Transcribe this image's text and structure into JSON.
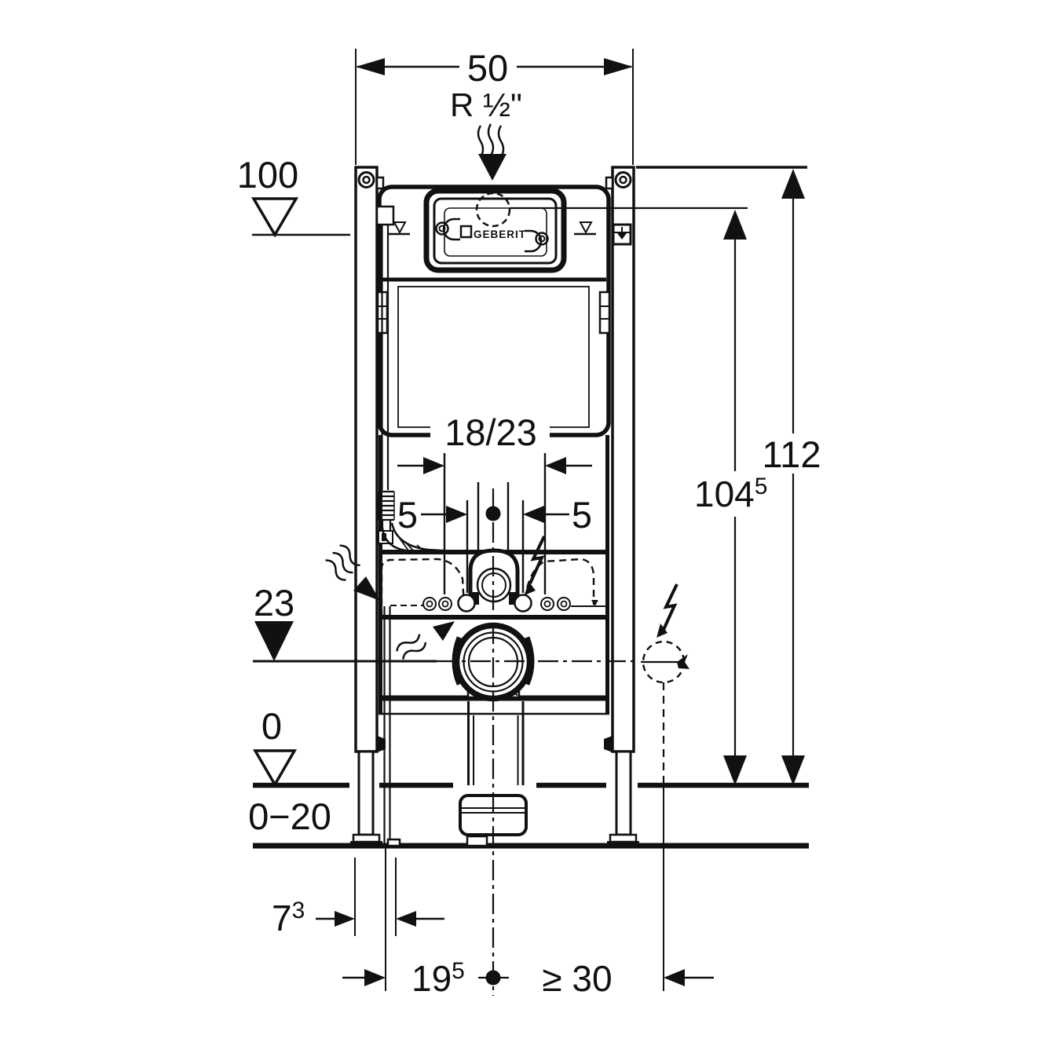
{
  "drawing": {
    "type": "technical-installation-diagram",
    "brand": "GEBERIT",
    "colors": {
      "line": "#111111",
      "background": "#ffffff"
    },
    "labels": {
      "width_top": "50",
      "supply_thread": "R ½\"",
      "level_100": "100",
      "height_total": "112",
      "height_supply_base": "104",
      "height_supply_sup": "5",
      "tank_depth": "18/23",
      "offset_left": "5",
      "offset_right": "5",
      "level_23": "23",
      "level_0": "0",
      "floor_buildup": "0−20",
      "foot_base": "7",
      "foot_sup": "3",
      "outlet_base": "19",
      "outlet_sup": "5",
      "clearance": "≥ 30"
    },
    "symbols": {
      "water_supply": "wavy-arrow-down",
      "flush_flow": "wavy-arrow",
      "electrical_connection": "lightning-arrow",
      "level_marker_open": "open-triangle",
      "level_marker_filled": "filled-triangle",
      "connection_point": "dashed-circle"
    }
  }
}
